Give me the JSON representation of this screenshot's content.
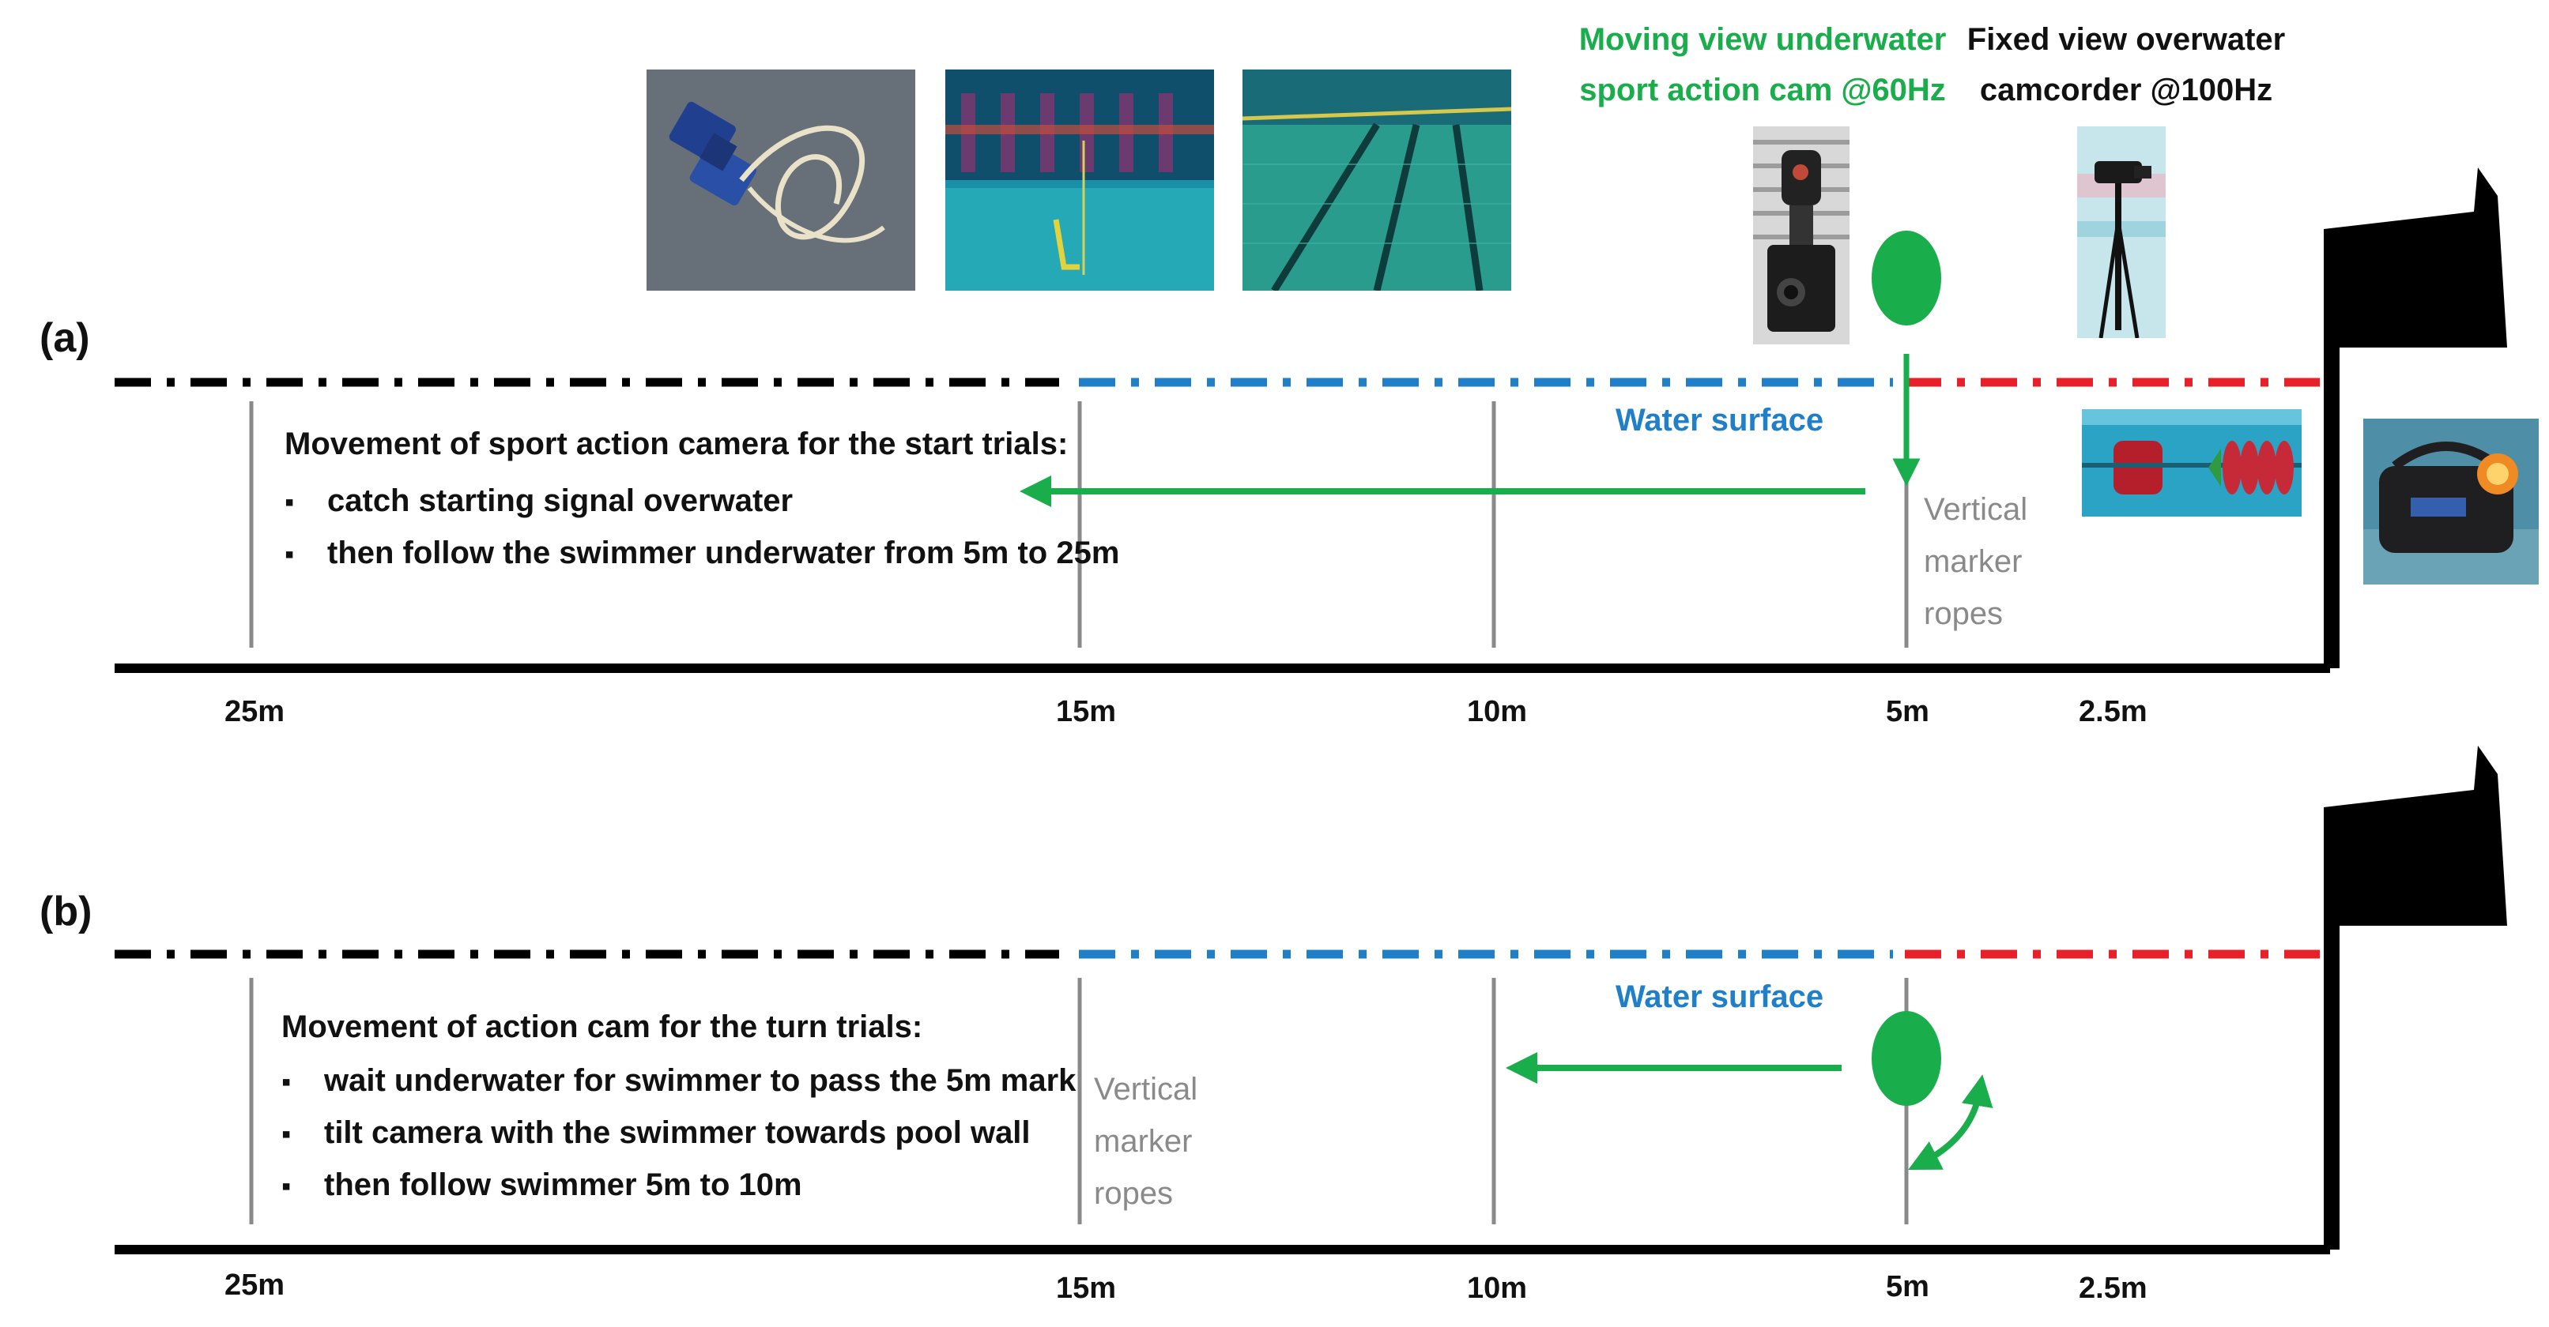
{
  "title": "",
  "colors": {
    "green": "#1aad4b",
    "blue": "#1f7fc8",
    "red": "#e8202a",
    "gray": "#8a8a8a",
    "black": "#000000"
  },
  "labels": {
    "cam_moving": [
      "Moving view underwater",
      "sport action cam @60Hz"
    ],
    "cam_fixed": [
      "Fixed view overwater",
      "camcorder @100Hz"
    ]
  },
  "photos": [
    {
      "icon": "dumbbell-weight-with-rope-photo-icon"
    },
    {
      "icon": "underwater-lane-rope-photo-icon"
    },
    {
      "icon": "underwater-pool-floor-photo-icon"
    },
    {
      "icon": "action-camera-on-mount-photo-icon"
    },
    {
      "icon": "camcorder-on-tripod-photo-icon"
    },
    {
      "icon": "lane-rope-floats-photo-icon"
    },
    {
      "icon": "speaker-start-signal-photo-icon"
    }
  ],
  "panels": [
    {
      "label": "(a)",
      "surface_label": "Water surface",
      "marker_label": [
        "Vertical",
        "marker",
        "ropes"
      ],
      "list_title": "Movement of sport action camera for the start trials:",
      "bullets": [
        "catch starting signal overwater",
        "then follow the swimmer underwater from 5m to 25m"
      ],
      "distances": [
        "25m",
        "15m",
        "10m",
        "5m",
        "2.5m"
      ]
    },
    {
      "label": "(b)",
      "surface_label": "Water surface",
      "marker_label": [
        "Vertical",
        "marker",
        "ropes"
      ],
      "list_title": "Movement of action cam for the turn trials:",
      "bullets": [
        "wait underwater for swimmer to pass the 5m mark",
        "tilt camera with the swimmer towards pool wall",
        "then follow swimmer 5m to 10m"
      ],
      "distances": [
        "25m",
        "15m",
        "10m",
        "5m",
        "2.5m"
      ]
    }
  ]
}
